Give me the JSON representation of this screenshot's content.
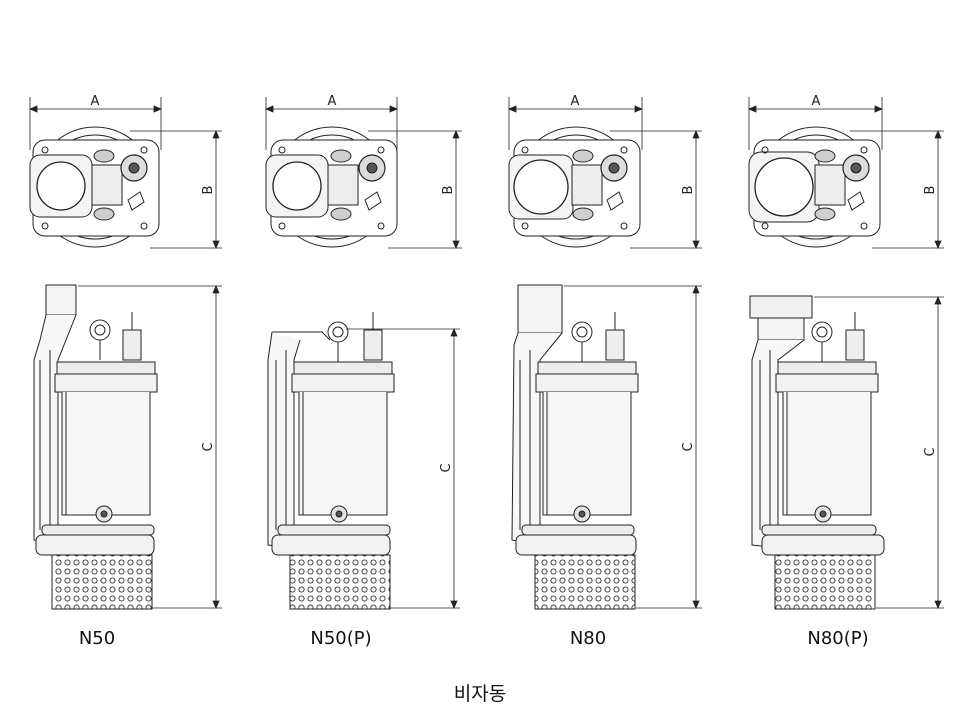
{
  "dimension_labels": {
    "width": "A",
    "depth": "B",
    "height": "C"
  },
  "models": [
    {
      "name": "N50"
    },
    {
      "name": "N50(P)"
    },
    {
      "name": "N80"
    },
    {
      "name": "N80(P)"
    }
  ],
  "caption": "비자동"
}
